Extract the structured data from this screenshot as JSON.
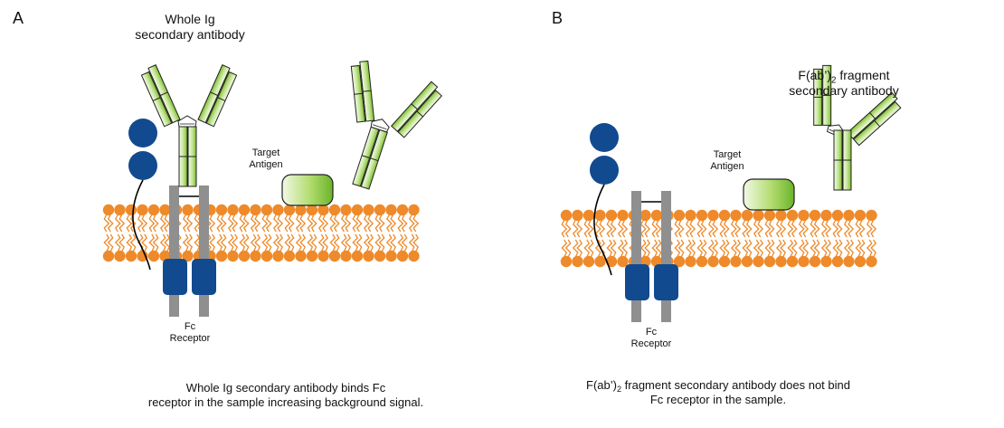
{
  "colors": {
    "lipid_head": "#ee8a2a",
    "fc_receptor_stalk": "#8f8f8f",
    "fc_receptor_domain": "#124a8f",
    "antibody_green": "#8cc63f",
    "antibody_light": "#e6f4cf",
    "outline": "#222222"
  },
  "icons": [
    "cell-membrane-icon",
    "fc-receptor-icon",
    "ig-domain-icon",
    "whole-ig-antibody-icon",
    "fab2-fragment-icon",
    "target-antigen-icon"
  ],
  "panel_a": {
    "letter": "A",
    "antibody_label_line1": "Whole Ig",
    "antibody_label_line2": "secondary antibody",
    "target_label_line1": "Target",
    "target_label_line2": "Antigen",
    "receptor_label_line1": "Fc",
    "receptor_label_line2": "Receptor",
    "caption_line1": "Whole Ig secondary antibody binds Fc",
    "caption_line2": "receptor in the sample increasing background signal."
  },
  "panel_b": {
    "letter": "B",
    "antibody_label_prefix": "F(ab’)",
    "antibody_label_sub": "2",
    "antibody_label_suffix": " fragment",
    "antibody_label_line2": "secondary antibody",
    "target_label_line1": "Target",
    "target_label_line2": "Antigen",
    "receptor_label_line1": "Fc",
    "receptor_label_line2": "Receptor",
    "caption_prefix": "F(ab’)",
    "caption_sub": "2",
    "caption_suffix": " fragment secondary antibody does not bind",
    "caption_line2": "Fc receptor in the sample."
  }
}
